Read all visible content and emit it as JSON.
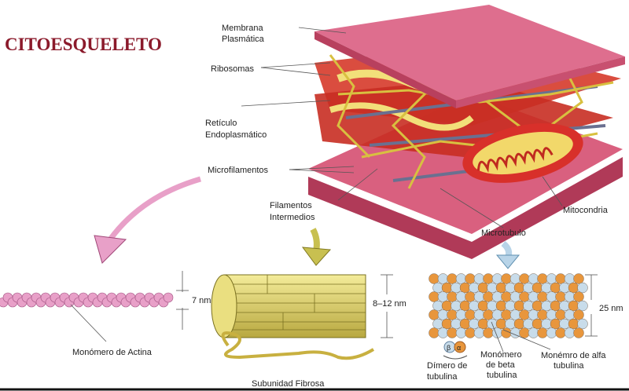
{
  "title": "CITOESQUELETO",
  "labels": {
    "membrana_1": "Membrana",
    "membrana_2": "Plasmática",
    "ribosomas": "Ribosomas",
    "reticulo_1": "Retículo",
    "reticulo_2": "Endoplasmático",
    "microfilamentos": "Microfilamentos",
    "filamentos_1": "Filamentos",
    "filamentos_2": "Intermedios",
    "mitocondria": "Mitocondria",
    "microtubulo": "Microtubulo",
    "actina_size": "7 nm",
    "monomero_actina": "Monómero de Actina",
    "intermedio_size": "8–12 nm",
    "subunidad_fibrosa": "Subunidad Fibrosa",
    "microtubulo_size": "25 nm",
    "dimero_1": "Dímero de",
    "dimero_2": "tubulina",
    "beta_1": "Monómero",
    "beta_2": "de beta",
    "beta_3": "tubulina",
    "alfa_1": "Monémro de alfa",
    "alfa_2": "tubulina",
    "beta_symbol": "β",
    "alfa_symbol": "α"
  },
  "colors": {
    "title": "#8b1a2b",
    "membrane": "#d9607f",
    "er": "#d63a2a",
    "filament_yellow": "#e6d870",
    "actin": "#e8a0c8",
    "tubulin_alpha": "#e8963c",
    "tubulin_beta": "#c8dcea"
  }
}
